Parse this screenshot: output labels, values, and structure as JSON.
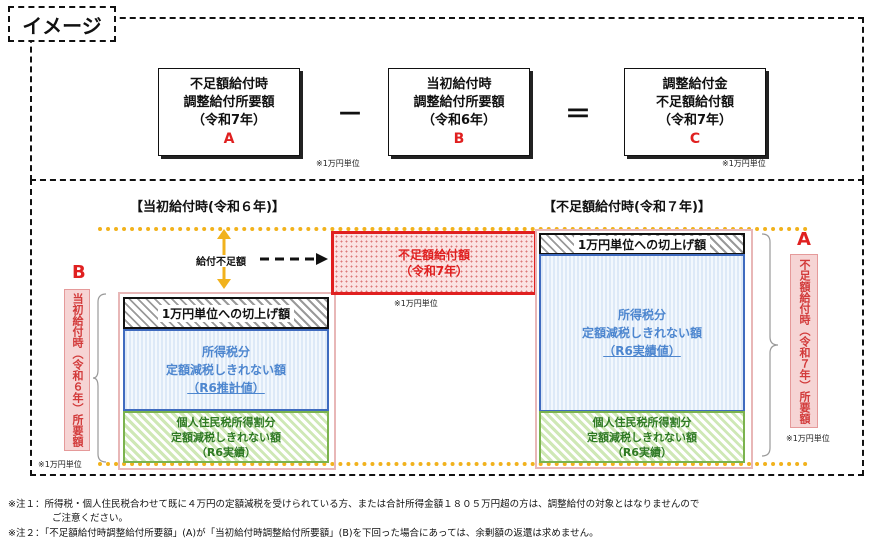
{
  "title_tag": "イメージ",
  "equation": {
    "box_a": {
      "line1": "不足額給付時",
      "line2": "調整給付所要額",
      "line3": "（令和7年）",
      "letter": "A"
    },
    "minus": "－",
    "box_b": {
      "line1": "当初給付時",
      "line2": "調整給付所要額",
      "line3": "（令和6年）",
      "letter": "B"
    },
    "equals": "＝",
    "box_c": {
      "line1": "調整給付金",
      "line2": "不足額給付額",
      "line3": "（令和7年）",
      "letter": "C"
    },
    "unit_b": "※1万円単位",
    "unit_c": "※1万円単位"
  },
  "left_section": {
    "heading": "【当初給付時(令和６年)】",
    "letter": "B",
    "vertical_label": "当初給付時（令和６年）所要額",
    "round_up": "1万円単位への切上げ額",
    "income_tax": {
      "line1": "所得税分",
      "line2": "定額減税しきれない額",
      "line3": "（R6推計値）"
    },
    "resident_tax": {
      "line1": "個人住民税所得割分",
      "line2": "定額減税しきれない額",
      "line3": "（R6実績）"
    },
    "unit": "※1万円単位"
  },
  "middle": {
    "arrow_label": "給付不足額",
    "red_box": {
      "line1": "不足額給付額",
      "line2": "（令和7年）"
    },
    "unit": "※1万円単位"
  },
  "right_section": {
    "heading": "【不足額給付時(令和７年)】",
    "letter": "A",
    "vertical_label": "不足額給付時（令和７年）所要額",
    "round_up": "1万円単位への切上げ額",
    "income_tax": {
      "line1": "所得税分",
      "line2": "定額減税しきれない額",
      "line3": "（R6実績値）"
    },
    "resident_tax": {
      "line1": "個人住民税所得割分",
      "line2": "定額減税しきれない額",
      "line3": "（R6実績）"
    },
    "unit": "※1万円単位"
  },
  "notes": {
    "note1_a": "※注１：所得税・個人住民税合わせて既に４万円の定額減税を受けられている方、または合計所得金額１８０５万円超の方は、調整給付の対象とはなりませんので",
    "note1_b": "ご注意ください。",
    "note2": "※注２：「不足額給付時調整給付所要額」(A)が「当初給付時調整給付所要額」(B)を下回った場合にあっては、余剰額の返還は求めません。"
  }
}
